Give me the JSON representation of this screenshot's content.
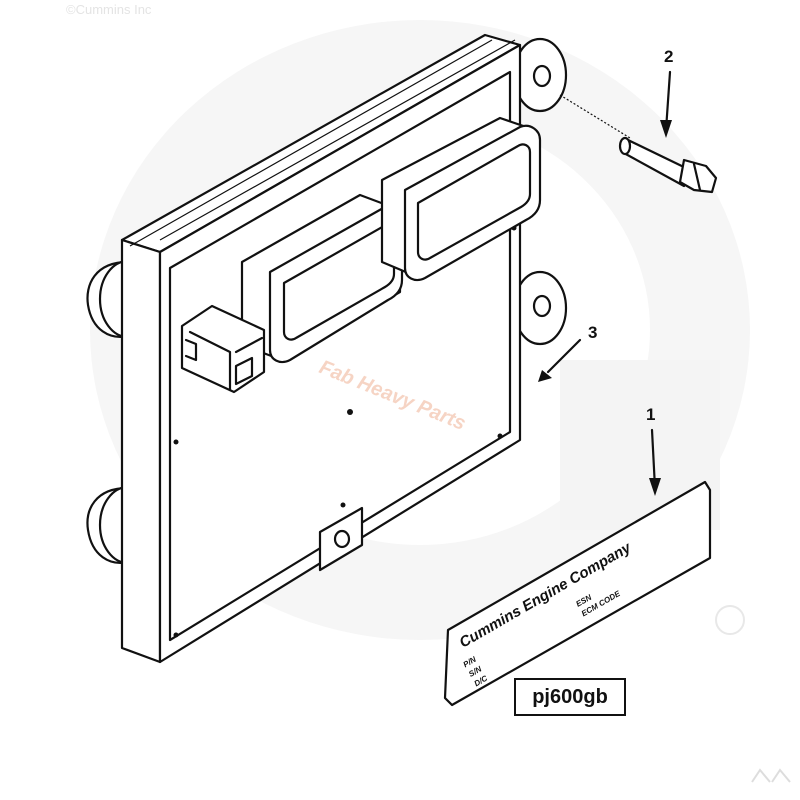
{
  "copyright": "©Cummins Inc",
  "watermark": "Fab Heavy Parts",
  "figure_id": "pj600gb",
  "callouts": [
    {
      "number": "1",
      "part": "label"
    },
    {
      "number": "2",
      "part": "bolt"
    },
    {
      "number": "3",
      "part": "ECM"
    }
  ],
  "label_plate": {
    "company": "Cummins Engine Company",
    "field_esn": "ESN",
    "field_ecm_code": "ECM CODE",
    "field_part": "P/N",
    "field_sn": "S/N",
    "field_dc": "D/C"
  },
  "colors": {
    "line": "#111111",
    "watermark": "#f6d4c4",
    "background_logo": "#f3f3f3"
  }
}
